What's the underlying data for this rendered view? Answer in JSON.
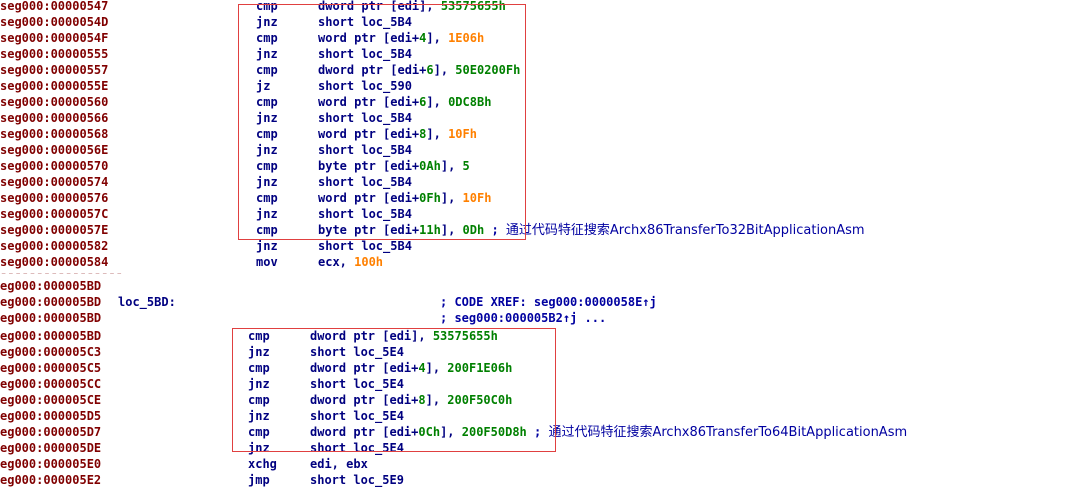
{
  "lines1": [
    {
      "addr": "seg000:00000547",
      "mn": "cmp",
      "op": [
        {
          "t": "dword ptr [edi], "
        },
        {
          "t": "53575655h",
          "c": "num"
        }
      ]
    },
    {
      "addr": "seg000:0000054D",
      "mn": "jnz",
      "op": [
        {
          "t": "short loc_5B4"
        }
      ]
    },
    {
      "addr": "seg000:0000054F",
      "mn": "cmp",
      "op": [
        {
          "t": "word ptr [edi+"
        },
        {
          "t": "4",
          "c": "num"
        },
        {
          "t": "], "
        },
        {
          "t": "1E06h",
          "c": "hx"
        }
      ]
    },
    {
      "addr": "seg000:00000555",
      "mn": "jnz",
      "op": [
        {
          "t": "short loc_5B4"
        }
      ]
    },
    {
      "addr": "seg000:00000557",
      "mn": "cmp",
      "op": [
        {
          "t": "dword ptr [edi+"
        },
        {
          "t": "6",
          "c": "num"
        },
        {
          "t": "], "
        },
        {
          "t": "50E0200Fh",
          "c": "num"
        }
      ]
    },
    {
      "addr": "seg000:0000055E",
      "mn": "jz",
      "op": [
        {
          "t": "short loc_590"
        }
      ]
    },
    {
      "addr": "seg000:00000560",
      "mn": "cmp",
      "op": [
        {
          "t": "word ptr [edi+"
        },
        {
          "t": "6",
          "c": "num"
        },
        {
          "t": "], "
        },
        {
          "t": "0DC8Bh",
          "c": "num"
        }
      ]
    },
    {
      "addr": "seg000:00000566",
      "mn": "jnz",
      "op": [
        {
          "t": "short loc_5B4"
        }
      ]
    },
    {
      "addr": "seg000:00000568",
      "mn": "cmp",
      "op": [
        {
          "t": "word ptr [edi+"
        },
        {
          "t": "8",
          "c": "num"
        },
        {
          "t": "], "
        },
        {
          "t": "10Fh",
          "c": "hx"
        }
      ]
    },
    {
      "addr": "seg000:0000056E",
      "mn": "jnz",
      "op": [
        {
          "t": "short loc_5B4"
        }
      ]
    },
    {
      "addr": "seg000:00000570",
      "mn": "cmp",
      "op": [
        {
          "t": "byte ptr [edi+"
        },
        {
          "t": "0Ah",
          "c": "num"
        },
        {
          "t": "], "
        },
        {
          "t": "5",
          "c": "num"
        }
      ]
    },
    {
      "addr": "seg000:00000574",
      "mn": "jnz",
      "op": [
        {
          "t": "short loc_5B4"
        }
      ]
    },
    {
      "addr": "seg000:00000576",
      "mn": "cmp",
      "op": [
        {
          "t": "word ptr [edi+"
        },
        {
          "t": "0Fh",
          "c": "num"
        },
        {
          "t": "], "
        },
        {
          "t": "10Fh",
          "c": "hx"
        }
      ]
    },
    {
      "addr": "seg000:0000057C",
      "mn": "jnz",
      "op": [
        {
          "t": "short loc_5B4"
        }
      ]
    },
    {
      "addr": "seg000:0000057E",
      "mn": "cmp",
      "op": [
        {
          "t": "byte ptr [edi+"
        },
        {
          "t": "11h",
          "c": "num"
        },
        {
          "t": "], "
        },
        {
          "t": "0Dh",
          "c": "num"
        },
        {
          "t": " ; ",
          "c": "cm"
        }
      ],
      "note": "通过代码特征搜索Archx86TransferTo32BitApplicationAsm"
    },
    {
      "addr": "seg000:00000582",
      "mn": "jnz",
      "op": [
        {
          "t": "short loc_5B4"
        }
      ]
    },
    {
      "addr": "seg000:00000584",
      "mn": "mov",
      "op": [
        {
          "t": "ecx, "
        },
        {
          "t": "100h",
          "c": "hx"
        }
      ]
    }
  ],
  "lines2": [
    {
      "addr": "eg000:000005BD",
      "label": "",
      "cmt": ""
    },
    {
      "addr": "eg000:000005BD",
      "label": "loc_5BD:",
      "cmt": "; CODE XREF: seg000:0000058E↑j"
    },
    {
      "addr": "eg000:000005BD",
      "label": "",
      "cmt": "; seg000:000005B2↑j ..."
    }
  ],
  "lines3": [
    {
      "addr": "eg000:000005BD",
      "mn": "cmp",
      "op": [
        {
          "t": "dword ptr [edi], "
        },
        {
          "t": "53575655h",
          "c": "num"
        }
      ]
    },
    {
      "addr": "eg000:000005C3",
      "mn": "jnz",
      "op": [
        {
          "t": "short loc_5E4"
        }
      ]
    },
    {
      "addr": "eg000:000005C5",
      "mn": "cmp",
      "op": [
        {
          "t": "dword ptr [edi+"
        },
        {
          "t": "4",
          "c": "num"
        },
        {
          "t": "], "
        },
        {
          "t": "200F1E06h",
          "c": "num"
        }
      ]
    },
    {
      "addr": "eg000:000005CC",
      "mn": "jnz",
      "op": [
        {
          "t": "short loc_5E4"
        }
      ]
    },
    {
      "addr": "eg000:000005CE",
      "mn": "cmp",
      "op": [
        {
          "t": "dword ptr [edi+"
        },
        {
          "t": "8",
          "c": "num"
        },
        {
          "t": "], "
        },
        {
          "t": "200F50C0h",
          "c": "num"
        }
      ]
    },
    {
      "addr": "eg000:000005D5",
      "mn": "jnz",
      "op": [
        {
          "t": "short loc_5E4"
        }
      ]
    },
    {
      "addr": "eg000:000005D7",
      "mn": "cmp",
      "op": [
        {
          "t": "dword ptr [edi+"
        },
        {
          "t": "0Ch",
          "c": "num"
        },
        {
          "t": "], "
        },
        {
          "t": "200F50D8h",
          "c": "num"
        },
        {
          "t": " ; ",
          "c": "cm"
        }
      ],
      "note": "通过代码特征搜索Archx86TransferTo64BitApplicationAsm"
    },
    {
      "addr": "eg000:000005DE",
      "mn": "jnz",
      "op": [
        {
          "t": "short loc_5E4"
        }
      ]
    },
    {
      "addr": "eg000:000005E0",
      "mn": "xchg",
      "op": [
        {
          "t": "edi, ebx"
        }
      ]
    },
    {
      "addr": "eg000:000005E2",
      "mn": "jmp",
      "op": [
        {
          "t": "short loc_5E9"
        }
      ]
    }
  ],
  "colors": {
    "address": "#800000",
    "instruction": "#000080",
    "number": "#008000",
    "hex_highlight": "#ff8000",
    "highlight_box": "#e04040",
    "background": "#ffffff"
  }
}
